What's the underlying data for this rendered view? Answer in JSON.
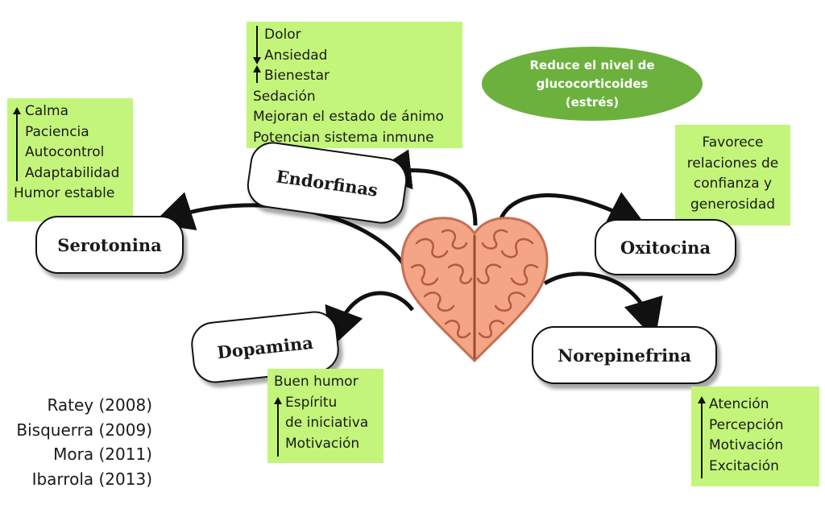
{
  "center_icon": "brain-heart-icon",
  "colors": {
    "box_green": "#c3f57a",
    "oval_green": "#6cb13d",
    "brain": "#f4a585"
  },
  "nodes": {
    "endorfinas": "Endorfinas",
    "serotonina": "Serotonina",
    "oxitocina": "Oxitocina",
    "dopamina": "Dopamina",
    "norepinefrina": "Norepinefrina"
  },
  "endorfinas_box": [
    "Dolor",
    "Ansiedad",
    "Bienestar",
    "Sedación",
    "Mejoran el estado de ánimo",
    "Potencian sistema inmune"
  ],
  "serotonina_box": [
    "Calma",
    "Paciencia",
    "Autocontrol",
    "Adaptabilidad",
    "Humor estable"
  ],
  "oxitocina_box": [
    "Favorece",
    "relaciones de",
    "confianza y",
    "generosidad"
  ],
  "dopamina_box": [
    "Buen humor",
    "Espíritu",
    "de iniciativa",
    "Motivación"
  ],
  "norepinefrina_box": [
    "Atención",
    "Percepción",
    "Motivación",
    "Excitación"
  ],
  "oval": [
    "Reduce el nivel de",
    "glucocorticoides",
    "(estrés)"
  ],
  "references": [
    "Ratey (2008)",
    "Bisquerra (2009)",
    "Mora (2011)",
    "Ibarrola (2013)"
  ]
}
